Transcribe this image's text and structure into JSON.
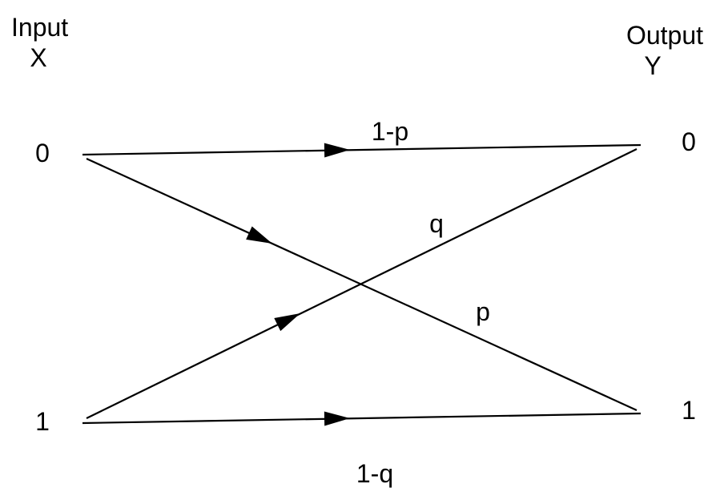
{
  "diagram": {
    "input_header": {
      "line1": "Input",
      "line2": "X"
    },
    "output_header": {
      "line1": "Output",
      "line2": "Y"
    },
    "input_nodes": {
      "zero": "0",
      "one": "1"
    },
    "output_nodes": {
      "zero": "0",
      "one": "1"
    },
    "edge_labels": {
      "zero_to_zero": "1-p",
      "zero_to_one": "p",
      "one_to_zero": "q",
      "one_to_one": "1-q"
    },
    "colors": {
      "line": "#000000",
      "text": "#000000",
      "background": "#ffffff"
    }
  }
}
